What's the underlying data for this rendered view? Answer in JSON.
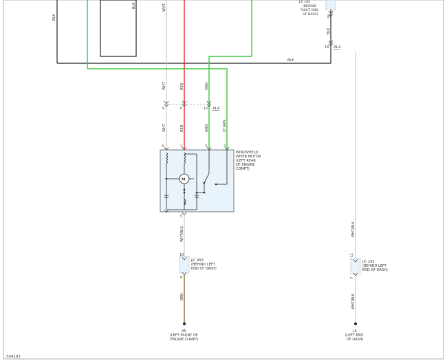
{
  "diagram_id": "564182",
  "colors": {
    "border": "#9a9a9a",
    "blk": "#222222",
    "wht": "#c8c8c8",
    "red": "#e8242a",
    "grn": "#39c93a",
    "brn": "#8b6d2b",
    "component_fill": "#e8f3fb",
    "component_stroke": "#555555",
    "dash": "#a8a8a8"
  },
  "wires": {
    "blk_left": "BLK",
    "blk_top": "BLK",
    "wht_top": "WHT",
    "blk_bottom_bus": "BLK",
    "blk_right_vertical": "BLK",
    "wht_upper": "WHT",
    "red_upper": "RED",
    "grn_upper": "GRN",
    "wht_lower": "WHT",
    "red_lower": "RED",
    "grn_lower": "GRN",
    "ltgrn_lower": "LT GRN",
    "whtblk_motor": "WHT/BLK",
    "brn_ground": "BRN",
    "whtblk_right_upper": "WHT/BLK",
    "whtblk_right_lower": "WHT/BLK"
  },
  "connectors": {
    "top_right": {
      "code_line": "J/C L92",
      "location_lines": [
        "(BEHIND",
        "RIGHT END",
        "OF DASH)"
      ],
      "pin_bottom": "8"
    },
    "al4_right": {
      "pin": "18",
      "code": "AL4"
    },
    "al4_mid": {
      "pins": [
        "9",
        "6",
        "12"
      ],
      "code": "AL4"
    }
  },
  "motor": {
    "name_lines": [
      "WINDSHIELD",
      "WIPER MOTOR",
      "(LEFT REAR",
      "OF ENGINE",
      "COMPT)"
    ],
    "pins_top": [
      "4",
      "1",
      "3",
      "2"
    ],
    "pin_bottom": "5",
    "symbol": "M"
  },
  "jc_a56": {
    "code": "J/C A56",
    "location_lines": [
      "(BEHIND LEFT",
      "END OF DASH)"
    ],
    "pin_top": "10",
    "pin_bottom": "8"
  },
  "jc_l92": {
    "code": "J/C L92",
    "location_lines": [
      "(BEHIND LEFT",
      "END OF DASH)"
    ],
    "pin_top": "11",
    "pin_bottom": "7"
  },
  "grounds": {
    "a5": {
      "code": "A5",
      "location_lines": [
        "(LEFT FRONT OF",
        "ENGINE COMPT)"
      ]
    },
    "l5": {
      "code": "L5",
      "location_lines": [
        "(LEFT END",
        "OF DASH)"
      ]
    }
  }
}
